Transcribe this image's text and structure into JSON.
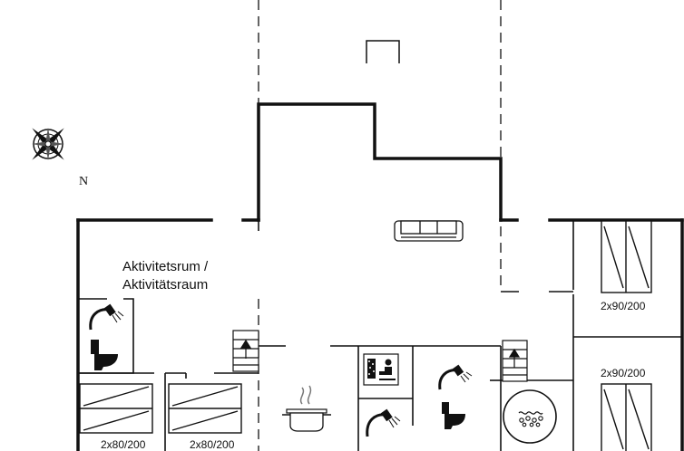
{
  "rooms": {
    "activity_label_line1": "Aktivitetsrum /",
    "activity_label_line2": "Aktivitätsraum"
  },
  "compass": {
    "north_label": "N"
  },
  "beds": {
    "top_right": "2x90/200",
    "middle_right": "2x90/200",
    "bottom_left_1": "2x80/200",
    "bottom_left_2": "2x80/200"
  },
  "icons": [
    "compass-icon",
    "sofa-icon",
    "shower-icon",
    "toilet-icon",
    "cooking-pot-icon",
    "sauna-icon",
    "hot-tub-icon",
    "stairs-icon",
    "bed-icon"
  ],
  "colors": {
    "wall": "#111111",
    "background": "#ffffff"
  }
}
